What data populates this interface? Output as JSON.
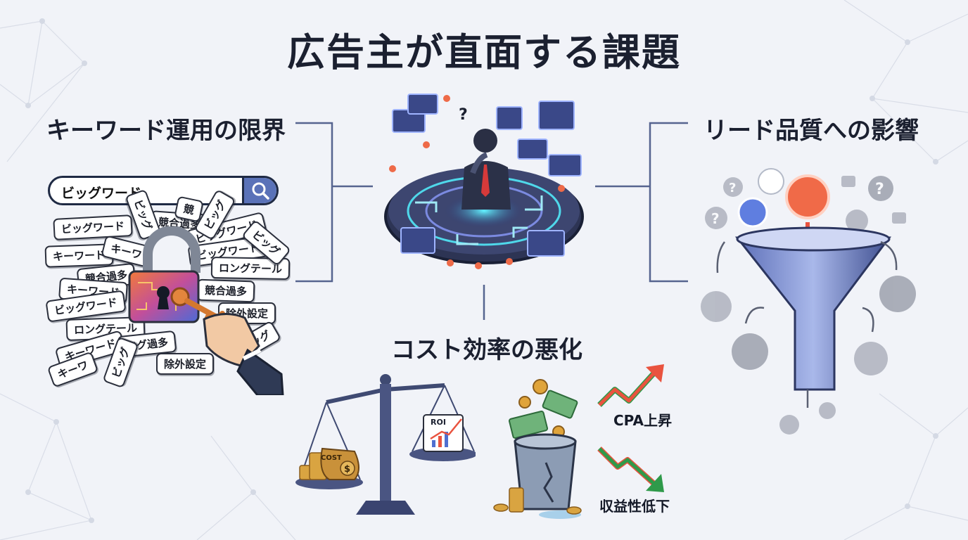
{
  "title": "広告主が直面する課題",
  "sections": {
    "keywords": {
      "title": "キーワード運用の限界",
      "search_text": "ビッグワード",
      "tags": [
        "ビッグワード",
        "競合過多",
        "ビッグワード",
        "キーワード",
        "ビッグワード",
        "ロングテール",
        "競合過多",
        "キーワード",
        "競合過多",
        "ビッグワード",
        "除外設定",
        "ロングテール",
        "キーワード",
        "ログ過多",
        "除外設定",
        "ビッグ",
        "ビッグ",
        "ビッグ",
        "ビッグ",
        "キーワ",
        "キーワ",
        "競",
        "ビッグ"
      ]
    },
    "lead_quality": {
      "title": "リード品質への影響"
    },
    "cost": {
      "title": "コスト効率の悪化",
      "cost_bag": "COST",
      "roi_label": "ROI",
      "cpa_label": "CPA上昇",
      "profit_label": "収益性低下"
    }
  },
  "colors": {
    "accent_red": "#e9533f",
    "accent_blue": "#4f6fd0",
    "green": "#2f9a4a",
    "connector": "#56648f"
  }
}
